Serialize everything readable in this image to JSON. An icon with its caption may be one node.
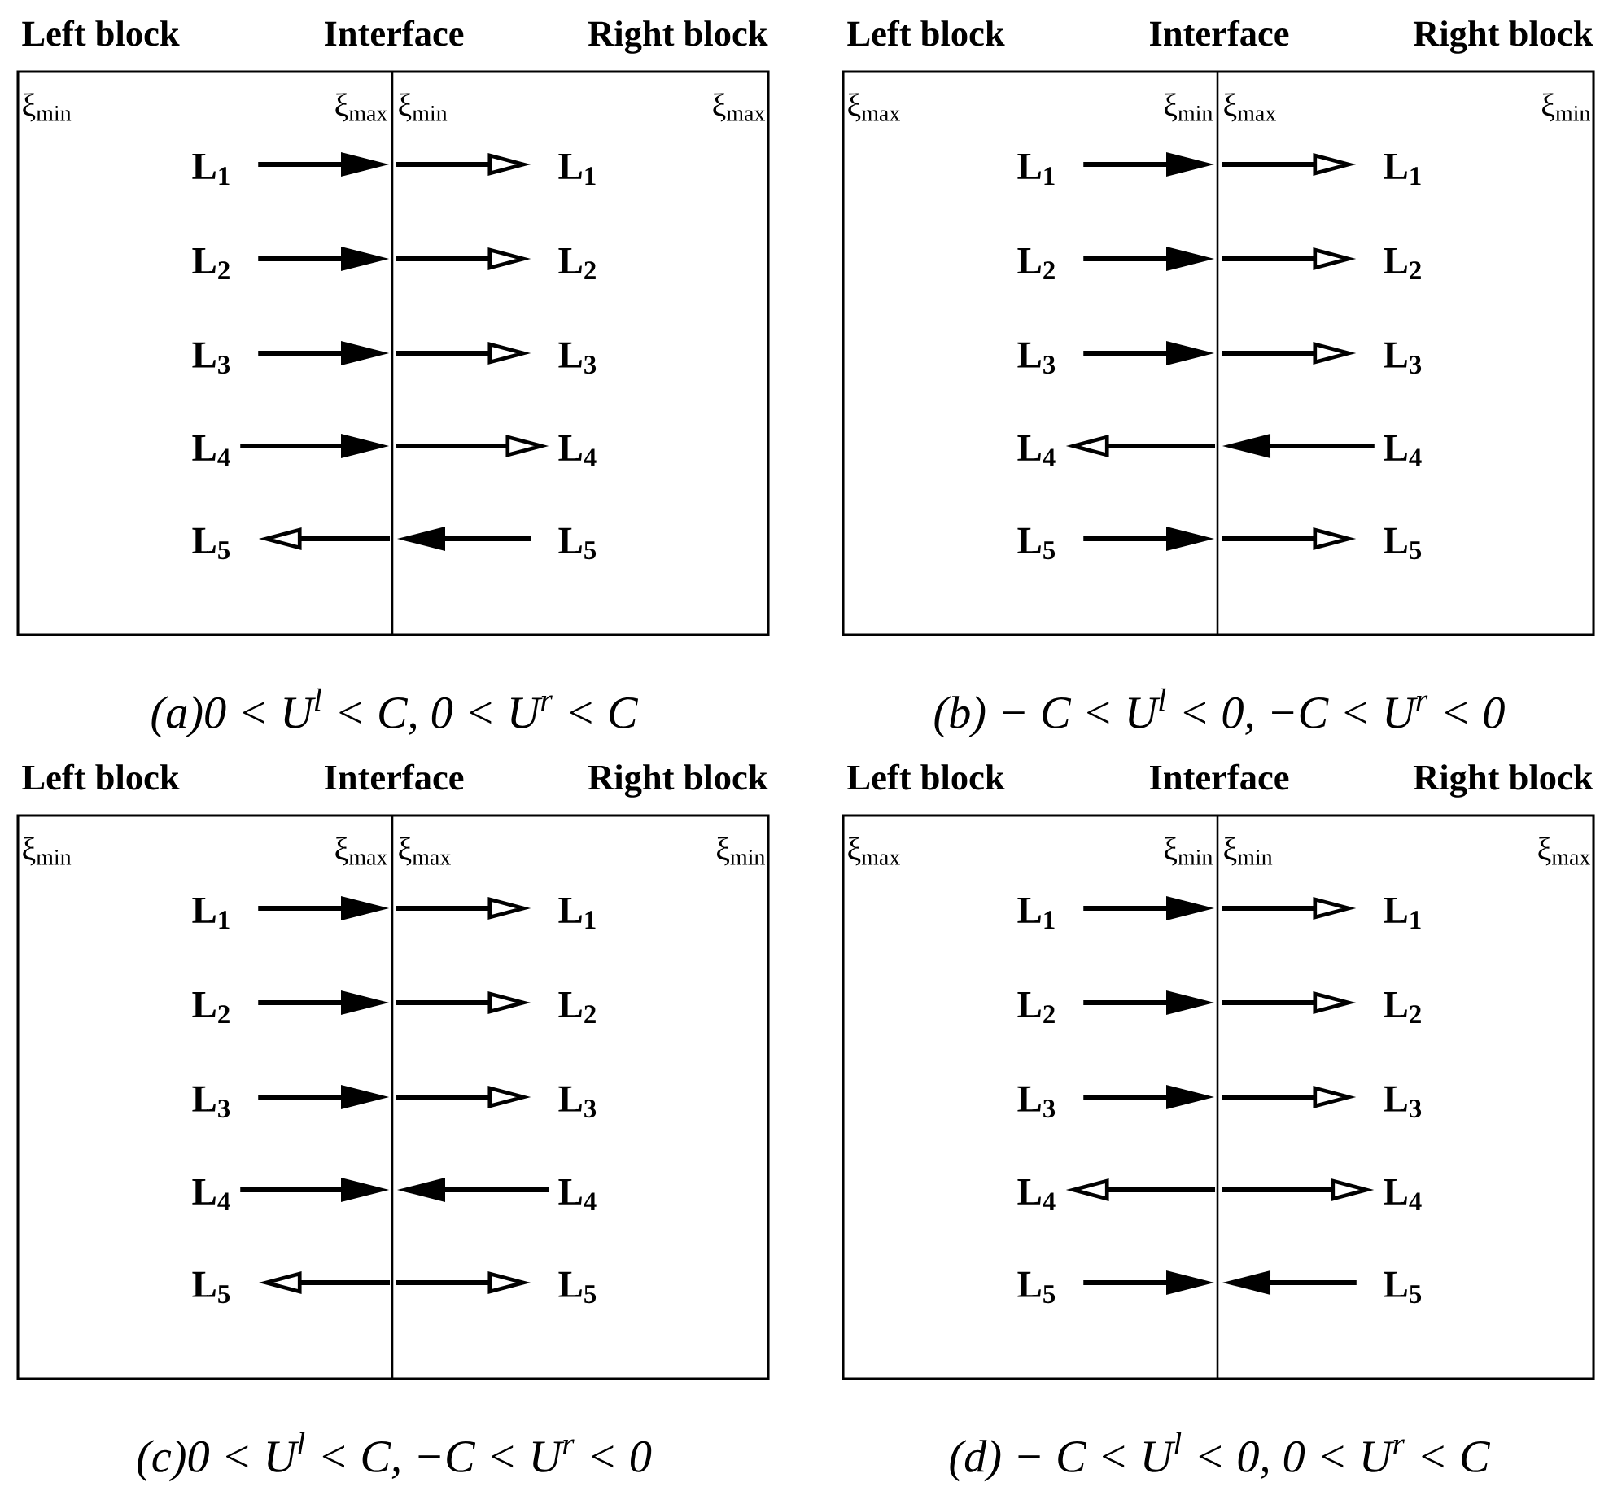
{
  "diagram": {
    "nodes": [
      {
        "text": [
          "L$_{1}$"
        ]
      },
      {
        "text": [
          "L$_{1}$"
        ]
      },
      {
        "text": [
          "L$_{2}$"
        ]
      },
      {
        "text": [
          "L$_{2}$"
        ]
      },
      {
        "text": [
          "L$_{3}$"
        ]
      },
      {
        "text": [
          "L$_{3}$"
        ]
      },
      {
        "text": [
          "L$_{4}$"
        ]
      },
      {
        "text": [
          "L$_{4}$"
        ]
      },
      {
        "text": [
          "L$_{5}$"
        ]
      },
      {
        "text": [
          "L$_{5}$"
        ]
      },
      {
        "text": [
          "L$_{1}$"
        ]
      },
      {
        "text": [
          "L$_{1}$"
        ]
      },
      {
        "text": [
          "L$_{2}$"
        ]
      },
      {
        "text": [
          "L$_{2}$"
        ]
      },
      {
        "text": [
          "L$_{3}$"
        ]
      },
      {
        "text": [
          "L$_{3}$"
        ]
      },
      {
        "text": [
          "L$_{4}$"
        ]
      },
      {
        "text": [
          "L$_{4}$"
        ]
      },
      {
        "text": [
          "L$_{5}$"
        ]
      },
      {
        "text": [
          "L$_{5}$"
        ]
      },
      {
        "text": [
          "L$_{1}$"
        ]
      },
      {
        "text": [
          "L$_{1}$"
        ]
      },
      {
        "text": [
          "L$_{2}$"
        ]
      },
      {
        "text": [
          "L$_{2}$"
        ]
      },
      {
        "text": [
          "L$_{3}$"
        ]
      },
      {
        "text": [
          "L$_{3}$"
        ]
      },
      {
        "text": [
          "L$_{4}$"
        ]
      },
      {
        "text": [
          "L$_{4}$"
        ]
      },
      {
        "text": [
          "L$_{5}$"
        ]
      },
      {
        "text": [
          "L$_{5}$"
        ]
      },
      {
        "text": [
          "L$_{1}$"
        ]
      },
      {
        "text": [
          "L$_{1}$"
        ]
      },
      {
        "text": [
          "L$_{2}$"
        ]
      },
      {
        "text": [
          "L$_{2}$"
        ]
      },
      {
        "text": [
          "L$_{3}$"
        ]
      },
      {
        "text": [
          "L$_{3}$"
        ]
      },
      {
        "text": [
          "L$_{4}$"
        ]
      },
      {
        "text": [
          "L$_{4}$"
        ]
      },
      {
        "text": [
          "L$_{5}$"
        ]
      },
      {
        "text": [
          "L$_{5}$"
        ]
      }
    ],
    "edges": [
      {
        "from": 0,
        "to": null,
        "arrow": "to"
      },
      {
        "from": null,
        "to": 1,
        "arrow": "to"
      },
      {
        "from": 2,
        "to": null,
        "arrow": "to"
      },
      {
        "from": null,
        "to": 3,
        "arrow": "to"
      },
      {
        "from": 4,
        "to": null,
        "arrow": "to"
      },
      {
        "from": null,
        "to": 5,
        "arrow": "to"
      },
      {
        "from": 6,
        "to": null,
        "arrow": "to"
      },
      {
        "from": null,
        "to": 7,
        "arrow": "to"
      },
      {
        "from": null,
        "to": 8,
        "arrow": "to"
      },
      {
        "from": 9,
        "to": null,
        "arrow": "to"
      },
      {
        "from": 10,
        "to": null,
        "arrow": "to"
      },
      {
        "from": null,
        "to": 11,
        "arrow": "to"
      },
      {
        "from": 12,
        "to": null,
        "arrow": "to"
      },
      {
        "from": null,
        "to": 13,
        "arrow": "to"
      },
      {
        "from": 14,
        "to": null,
        "arrow": "to"
      },
      {
        "from": null,
        "to": 15,
        "arrow": "to"
      },
      {
        "from": null,
        "to": 16,
        "arrow": "to"
      },
      {
        "from": 17,
        "to": null,
        "arrow": "to"
      },
      {
        "from": 18,
        "to": null,
        "arrow": "to"
      },
      {
        "from": null,
        "to": 19,
        "arrow": "to"
      },
      {
        "from": 20,
        "to": null,
        "arrow": "to"
      },
      {
        "from": null,
        "to": 21,
        "arrow": "to"
      },
      {
        "from": 22,
        "to": null,
        "arrow": "to"
      },
      {
        "from": null,
        "to": 23,
        "arrow": "to"
      },
      {
        "from": 24,
        "to": null,
        "arrow": "to"
      },
      {
        "from": null,
        "to": 25,
        "arrow": "to"
      },
      {
        "from": 26,
        "to": null,
        "arrow": "to"
      },
      {
        "from": 27,
        "to": null,
        "arrow": "to"
      },
      {
        "from": null,
        "to": 28,
        "arrow": "to"
      },
      {
        "from": null,
        "to": 29,
        "arrow": "to"
      },
      {
        "from": 30,
        "to": null,
        "arrow": "to"
      },
      {
        "from": null,
        "to": 31,
        "arrow": "to"
      },
      {
        "from": 32,
        "to": null,
        "arrow": "to"
      },
      {
        "from": null,
        "to": 33,
        "arrow": "to"
      },
      {
        "from": 34,
        "to": null,
        "arrow": "to"
      },
      {
        "from": null,
        "to": 35,
        "arrow": "to"
      },
      {
        "from": null,
        "to": 36,
        "arrow": "to"
      },
      {
        "from": null,
        "to": 37,
        "arrow": "to"
      },
      {
        "from": 38,
        "to": null,
        "arrow": "to"
      },
      {
        "from": 39,
        "to": null,
        "arrow": "to"
      }
    ],
    "labels": [
      "Left block",
      "Interface",
      "Right block",
      "ξ$_{min}$",
      "ξ$_{max}$",
      "ξ$_{min}$",
      "ξ$_{max}$",
      "(a)0 < U$^{l}$ < C, 0 < U$^{r}$ < C",
      "Left block",
      "Interface",
      "Right block",
      "ξ$_{max}$",
      "ξ$_{min}$",
      "ξ$_{max}$",
      "ξ$_{min}$",
      "(b) − C < U$^{l}$ < 0, −C < U$^{r}$ < 0",
      "Left block",
      "Interface",
      "Right block",
      "ξ$_{min}$",
      "ξ$_{max}$",
      "ξ$_{max}$",
      "ξ$_{min}$",
      "(c)0 < U$^{l}$ < C, −C < U$^{r}$ < 0",
      "Left block",
      "Interface",
      "Right block",
      "ξ$_{max}$",
      "ξ$_{min}$",
      "ξ$_{min}$",
      "ξ$_{max}$",
      "(d) − C < U$^{l}$ < 0, 0 < U$^{r}$ < C"
    ]
  }
}
